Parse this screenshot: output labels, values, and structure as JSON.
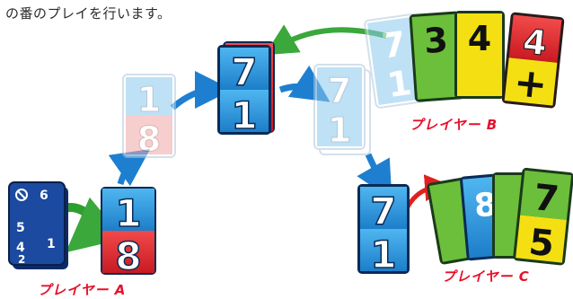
{
  "caption": "の番のプレイを行います。",
  "players": {
    "a": "プレイヤー A",
    "b": "プレイヤー B",
    "c": "プレイヤー C"
  },
  "cards": {
    "faded_18": {
      "top": "1",
      "bottom": "8"
    },
    "center_71": {
      "top": "7",
      "bottom": "1"
    },
    "faded_71": {
      "top": "7",
      "bottom": "1"
    },
    "a_card_18": {
      "top": "1",
      "bottom": "8"
    },
    "c_played_71": {
      "top": "7",
      "bottom": "1"
    },
    "b_hand": [
      "7",
      "1",
      "3",
      "4",
      "4",
      "+"
    ],
    "c_hand": [
      "7",
      "5",
      "8"
    ],
    "deck_symbols": [
      "6",
      "5",
      "4",
      "1",
      "2"
    ]
  },
  "colors": {
    "blue": "#1e8fd8",
    "red": "#e8262c",
    "green": "#5fb52a",
    "yellow": "#f4e012",
    "label_red": "#e8102a",
    "arrow_blue": "#1e7fd0",
    "arrow_green": "#3aa83a",
    "arrow_red": "#e02020"
  }
}
